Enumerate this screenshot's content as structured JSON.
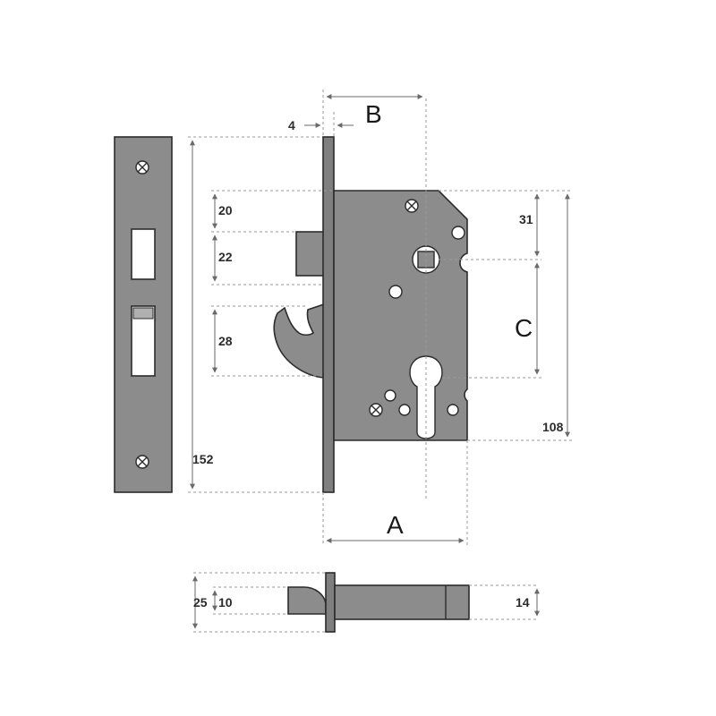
{
  "labels": {
    "A": "A",
    "B": "B",
    "C": "C"
  },
  "dimensions": {
    "strike_height": "152",
    "lock_case_height": "108",
    "faceplate_thickness": "4",
    "top_offset": "20",
    "latch_height": "22",
    "hook_height": "28",
    "spindle_to_cylinder_top": "31",
    "faceplate_width": "25",
    "bolt_width": "10",
    "case_thickness": "14"
  },
  "colors": {
    "metal": "#8c8c8c",
    "outline": "#2b2b2b",
    "dimension_lines": "#9a9a9a"
  }
}
